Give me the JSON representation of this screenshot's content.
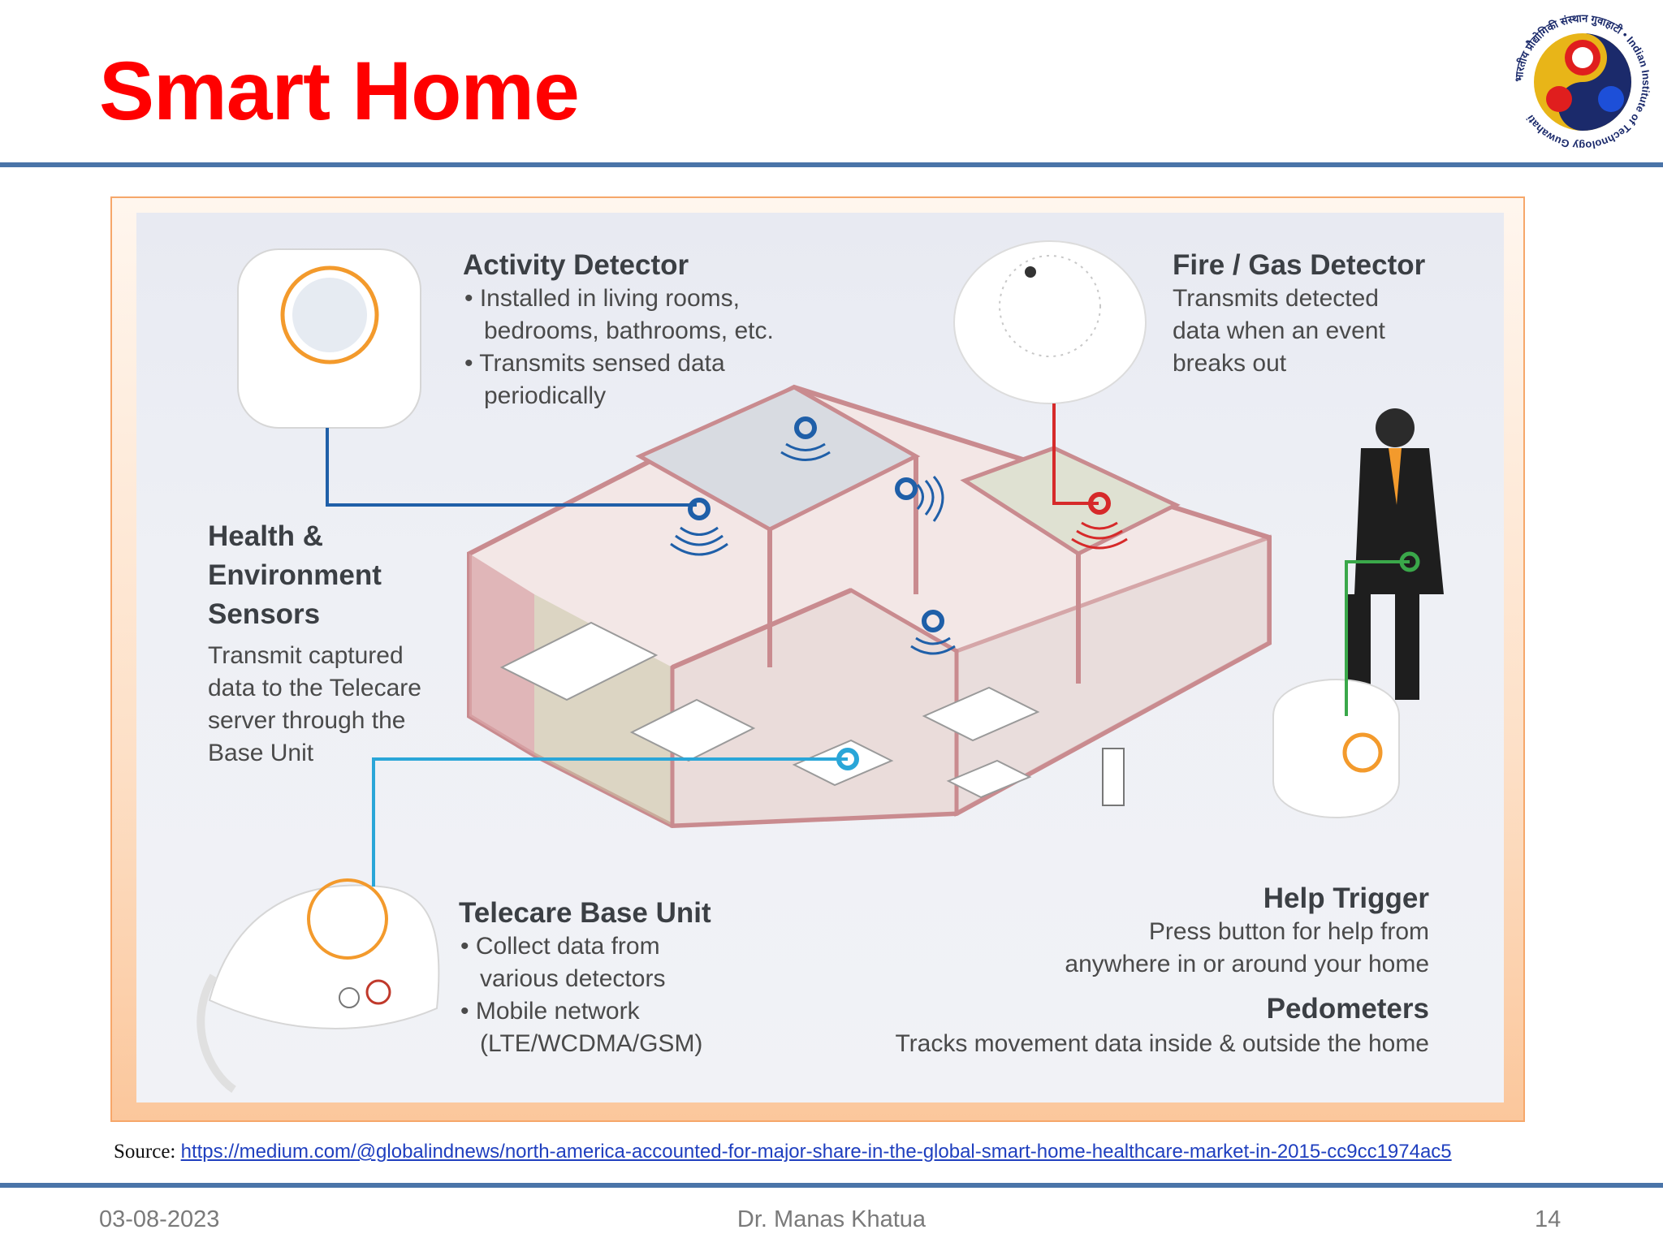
{
  "slide": {
    "title": "Smart Home",
    "logo_text": "भारतीय प्रौद्योगिकी संस्थान गुवाहाटी • Indian Institute of Technology Guwahati"
  },
  "figure": {
    "activity_detector": {
      "heading": "Activity Detector",
      "bullets": [
        "• Installed in living rooms, bedrooms, bathrooms, etc.",
        "• Transmits sensed data periodically"
      ]
    },
    "fire_gas_detector": {
      "heading": "Fire / Gas Detector",
      "lines": [
        "Transmits detected",
        "data when an event",
        "breaks out"
      ]
    },
    "health_sensors": {
      "heading_lines": [
        "Health &",
        "Environment",
        "Sensors"
      ],
      "lines": [
        "Transmit captured",
        "data to the Telecare",
        "server through the",
        "Base Unit"
      ]
    },
    "telecare_base_unit": {
      "heading": "Telecare Base Unit",
      "bullets": [
        "• Collect data from various detectors",
        "• Mobile network (LTE/WCDMA/GSM)"
      ]
    },
    "help_trigger": {
      "heading": "Help Trigger",
      "lines": [
        "Press button for help from",
        "anywhere in or around your home"
      ]
    },
    "pedometers": {
      "heading": "Pedometers",
      "line": "Tracks movement data inside & outside the home"
    },
    "colors": {
      "sensor_blue": "#1f5fa8",
      "link_cyan": "#2aa6d8",
      "fire_red": "#d62a2a",
      "pedometer_green": "#3aa84a",
      "accent_orange": "#f39a2c",
      "wall_pink": "#c98b8f"
    }
  },
  "source": {
    "label": "Source:",
    "url": "https://medium.com/@globalindnews/north-america-accounted-for-major-share-in-the-global-smart-home-healthcare-market-in-2015-cc9cc1974ac5"
  },
  "footer": {
    "date": "03-08-2023",
    "author": "Dr. Manas Khatua",
    "page": "14"
  }
}
